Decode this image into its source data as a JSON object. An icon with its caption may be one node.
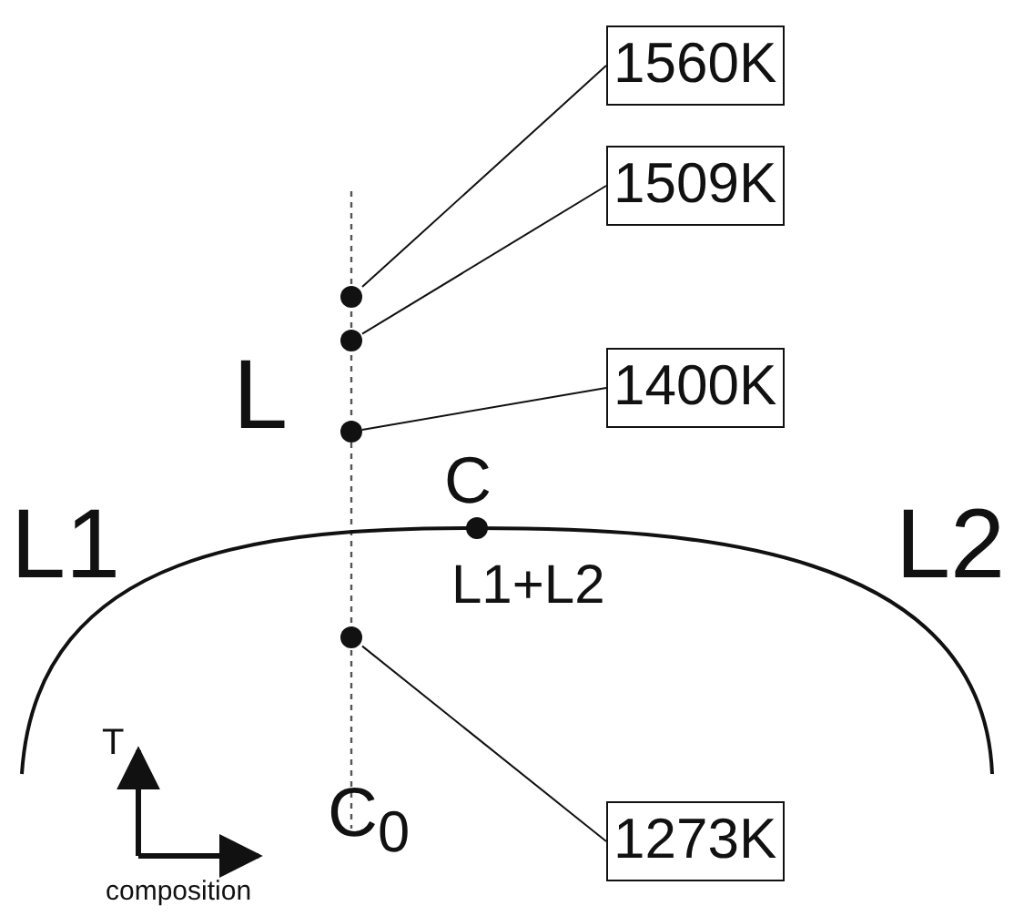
{
  "diagram": {
    "nodes": [
      {
        "text": [
          "1560K"
        ]
      },
      {
        "text": [
          "1509K"
        ]
      },
      {
        "text": [
          "1400K"
        ]
      },
      {
        "text": [
          "1273K"
        ]
      },
      {
        "text": [],
        "shape": "circle"
      },
      {
        "text": [],
        "shape": "circle"
      },
      {
        "text": [],
        "shape": "circle"
      },
      {
        "text": [],
        "shape": "circle"
      }
    ],
    "edges": [
      {
        "from": 0,
        "to": 4,
        "arrow": "none"
      },
      {
        "from": 1,
        "to": 5,
        "arrow": "none"
      },
      {
        "from": 2,
        "to": 6,
        "arrow": "none"
      },
      {
        "from": 3,
        "to": 7,
        "arrow": "none"
      }
    ],
    "labels": [
      "L",
      "C",
      "L1",
      "L2",
      "L1+L2",
      "T",
      "C$_{0}$",
      "composition"
    ]
  }
}
